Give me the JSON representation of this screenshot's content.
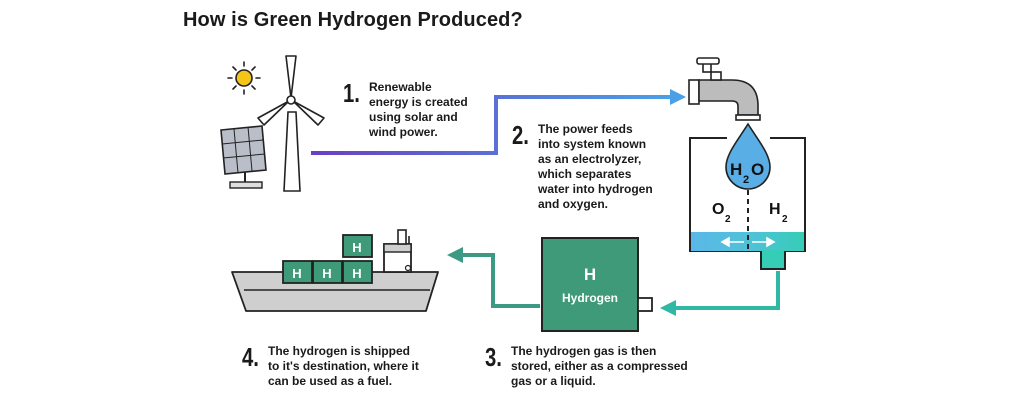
{
  "title": "How is Green Hydrogen Produced?",
  "steps": [
    {
      "number": "1.",
      "text": "Renewable\nenergy is created\nusing solar and\nwind power."
    },
    {
      "number": "2.",
      "text": "The power feeds\ninto system known\nas an electrolyzer,\nwhich separates\nwater into hydrogen\nand oxygen."
    },
    {
      "number": "3.",
      "text": "The hydrogen gas is then\nstored, either as a compressed\ngas or a liquid."
    },
    {
      "number": "4.",
      "text": "The hydrogen is shipped\nto it's destination, where it\ncan be used as a fuel."
    }
  ],
  "electrolyzer": {
    "molecule": "H",
    "molecule_sub": "2",
    "molecule_o": "O",
    "left_gas": "O",
    "left_sub": "2",
    "right_gas": "H",
    "right_sub": "2"
  },
  "storage": {
    "symbol": "H",
    "label": "Hydrogen"
  },
  "ship": {
    "container_label": "H"
  },
  "colors": {
    "purple": "#6a4fc7",
    "blue": "#4a90e2",
    "teal": "#2aa89a",
    "teal_dark": "#3c8c78",
    "storage_green": "#3f9a7a",
    "ship_gray": "#cfcfcf",
    "water_blue": "#5bb8e8",
    "water_teal": "#3cc7b8",
    "sun": "#f2c31a"
  }
}
